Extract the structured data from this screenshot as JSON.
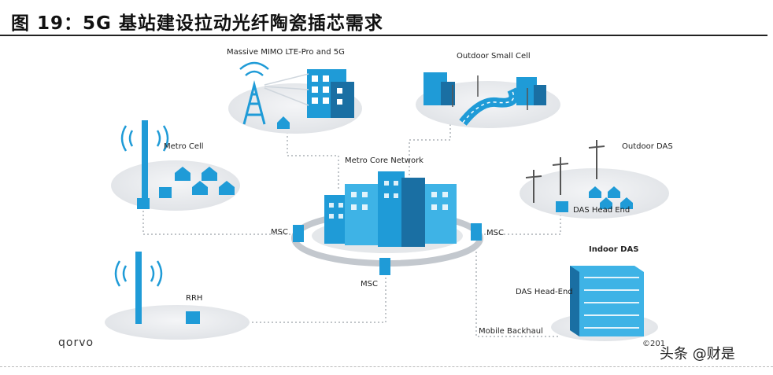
{
  "title": "图 19：5G 基站建设拉动光纤陶瓷插芯需求",
  "labels": {
    "massive_mimo": "Massive MIMO LTE-Pro and 5G",
    "outdoor_small_cell": "Outdoor Small Cell",
    "metro_cell": "Metro Cell",
    "metro_core_network": "Metro Core Network",
    "outdoor_das": "Outdoor DAS",
    "das_head_end_outdoor": "DAS Head End",
    "msc_left": "MSC",
    "msc_right": "MSC",
    "msc_bottom": "MSC",
    "indoor_das": "Indoor DAS",
    "das_head_end_indoor": "DAS Head-End",
    "rrh": "RRH",
    "mobile_backhaul": "Mobile Backhaul",
    "copyright": "©201"
  },
  "logo": "qorvo",
  "watermark": "头条 @财是",
  "colors": {
    "accent_blue": "#1f9bd7",
    "dark_blue": "#1a6fa3",
    "platform_gray": "#e9ebee",
    "line_gray": "#9aa0a6"
  }
}
